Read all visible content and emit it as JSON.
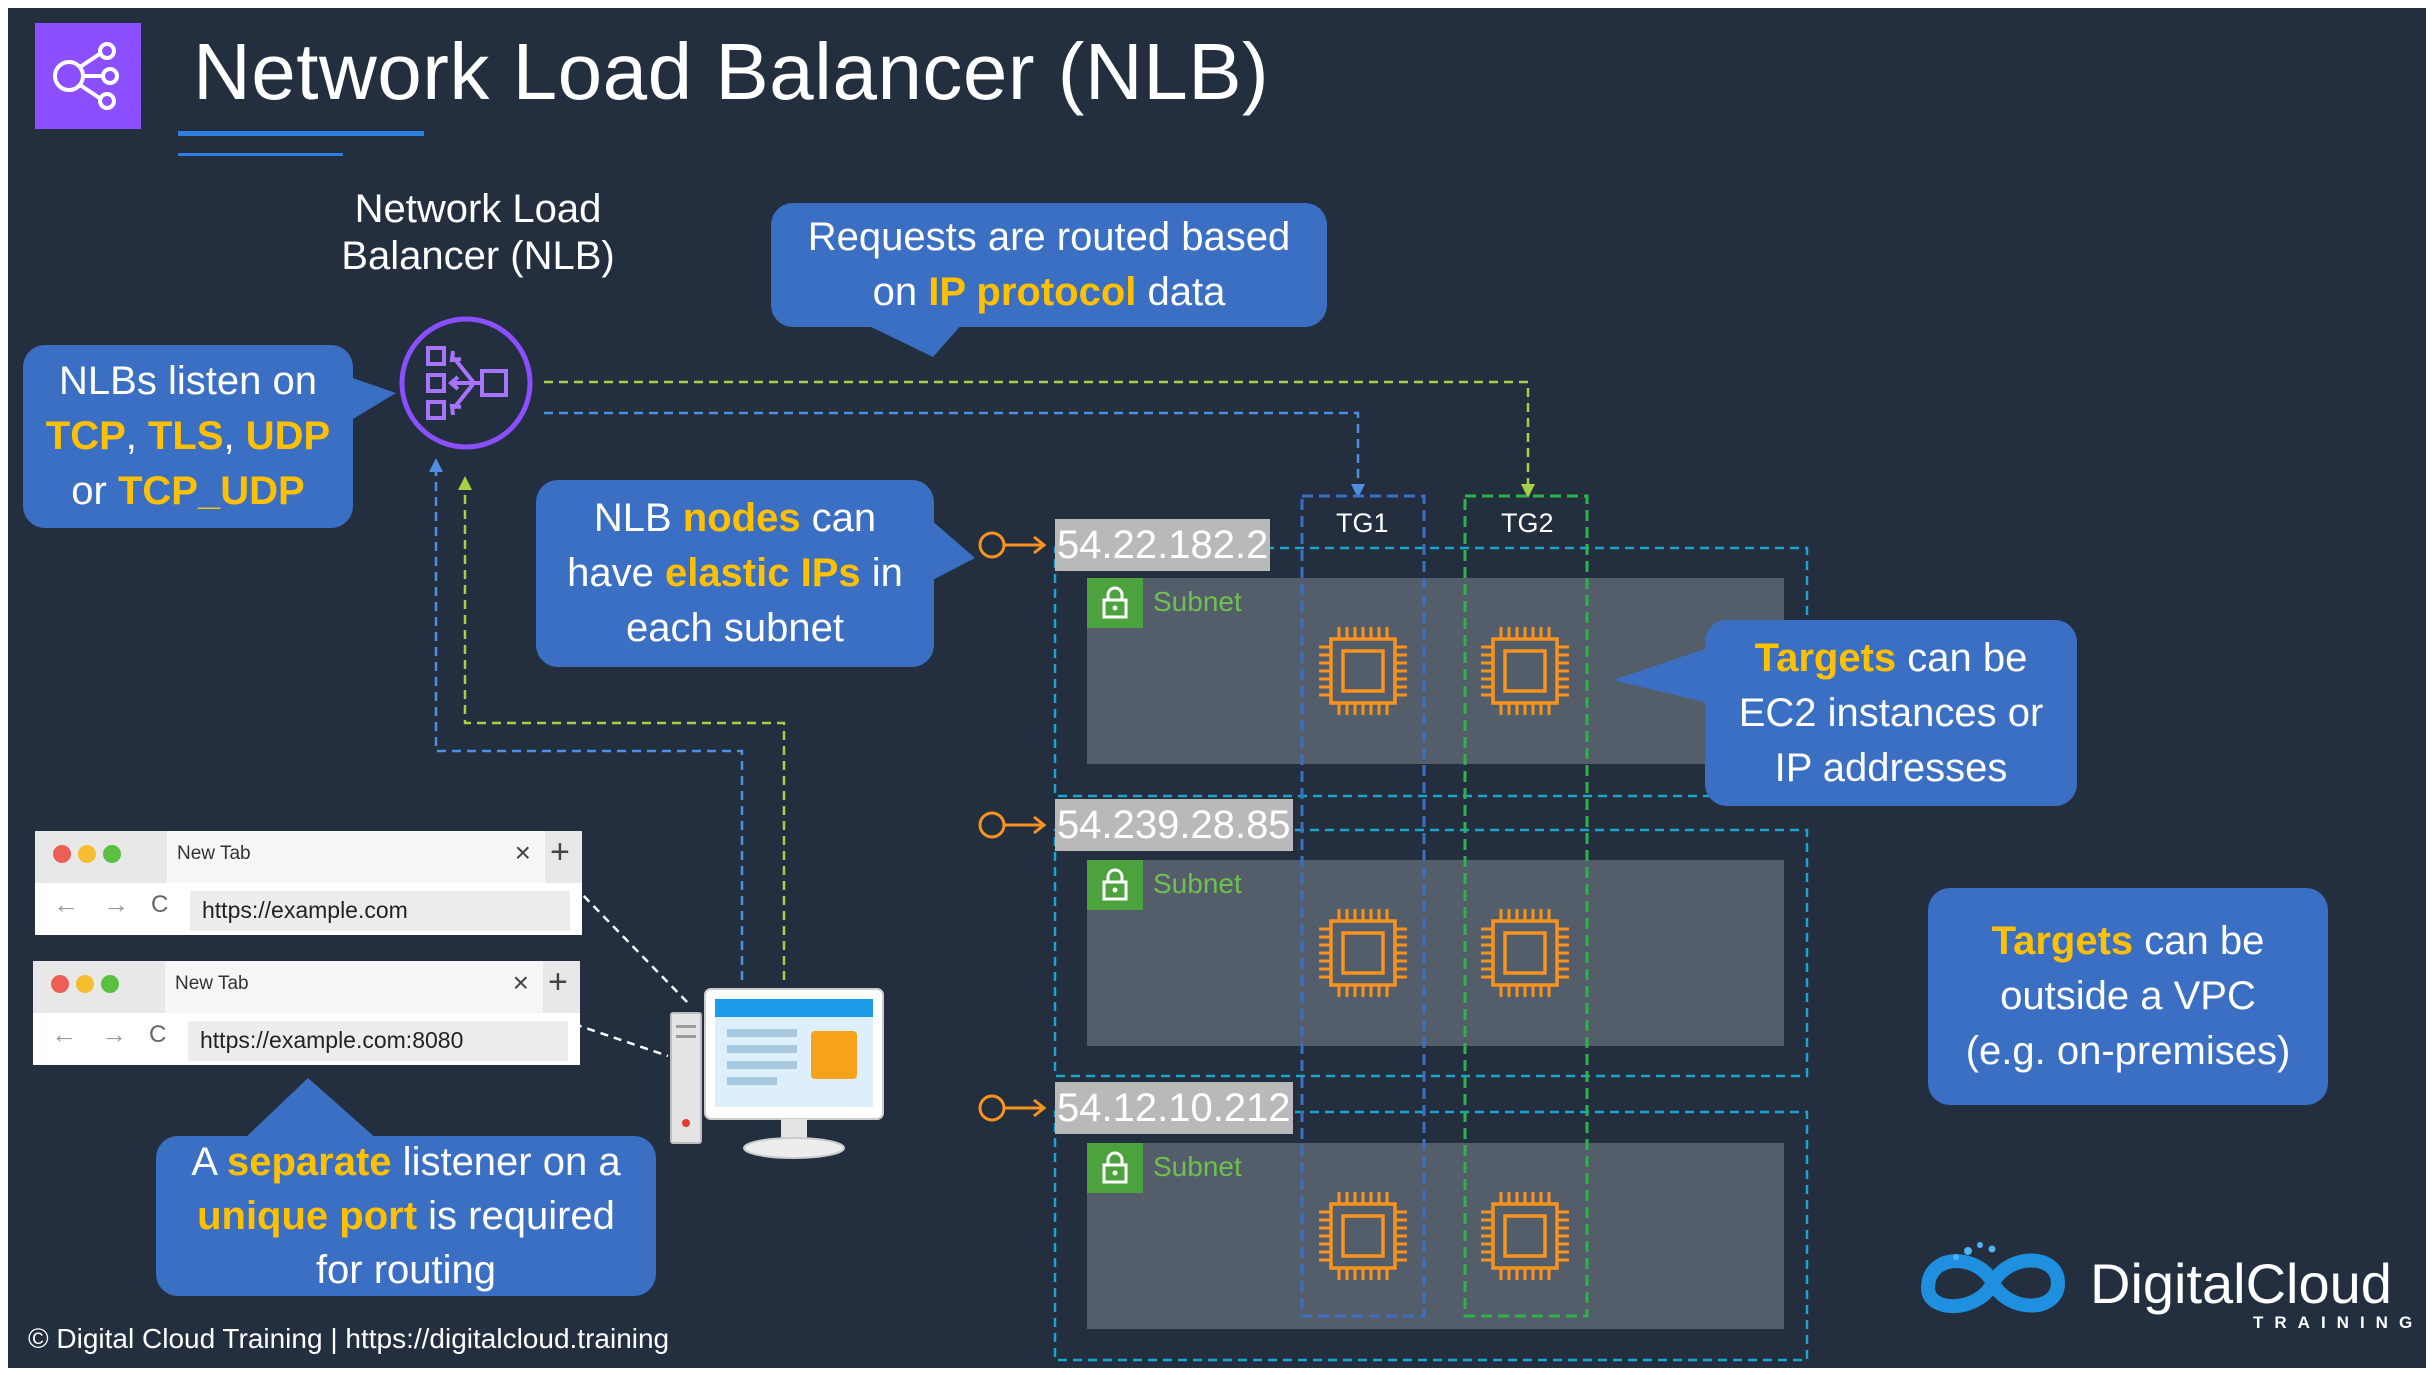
{
  "title": "Network Load Balancer (NLB)",
  "nlb_label": [
    "Network Load",
    "Balancer (NLB)"
  ],
  "callouts": {
    "listen": {
      "pre": "NLBs listen on",
      "p1": "TCP",
      "c1": ", ",
      "p2": "TLS",
      "c2": ", ",
      "p3": "UDP",
      "or": "or ",
      "p4": "TCP_UDP"
    },
    "routed": {
      "line1": "Requests are routed based",
      "pre": "on ",
      "hl": "IP protocol",
      "post": " data"
    },
    "nodes": {
      "pre1": "NLB ",
      "hl1": "nodes",
      "post1": " can",
      "pre2": "have ",
      "hl2": "elastic IPs",
      "post2": " in",
      "line3": "each subnet"
    },
    "targets": {
      "hl": "Targets",
      "post": " can be",
      "line2": "EC2 instances or",
      "line3": "IP addresses"
    },
    "outside": {
      "hl": "Targets",
      "post": " can be",
      "line2": "outside a VPC",
      "line3": "(e.g. on-premises)"
    },
    "listener": {
      "pre1": "A ",
      "hl1": "separate",
      "post1": " listener on a",
      "hl2": "unique port",
      "post2": " is required",
      "line3": "for routing"
    }
  },
  "ips": [
    "54.22.182.2",
    "54.239.28.85",
    "54.12.10.212"
  ],
  "subnet_label": "Subnet",
  "target_groups": [
    "TG1",
    "TG2"
  ],
  "browsers": [
    {
      "tab": "New Tab",
      "close": "×",
      "new": "+",
      "back": "←",
      "forward": "→",
      "reload": "C",
      "url": "https://example.com"
    },
    {
      "tab": "New Tab",
      "close": "×",
      "new": "+",
      "back": "←",
      "forward": "→",
      "reload": "C",
      "url": "https://example.com:8080"
    }
  ],
  "footer": "© Digital Cloud Training  | https://digitalcloud.training",
  "logo": {
    "name": "DigitalCloud",
    "sub": "TRAINING"
  },
  "colors": {
    "background": "#232F3E",
    "callout": "#3B6FC4",
    "highlight": "#FFC000",
    "nlb_purple": "#8C4FFF",
    "chip_orange": "#ED7100",
    "tg1_blue": "#3B6FC4",
    "tg2_green": "#2DB34A",
    "subnet_green": "#4CA33E"
  }
}
